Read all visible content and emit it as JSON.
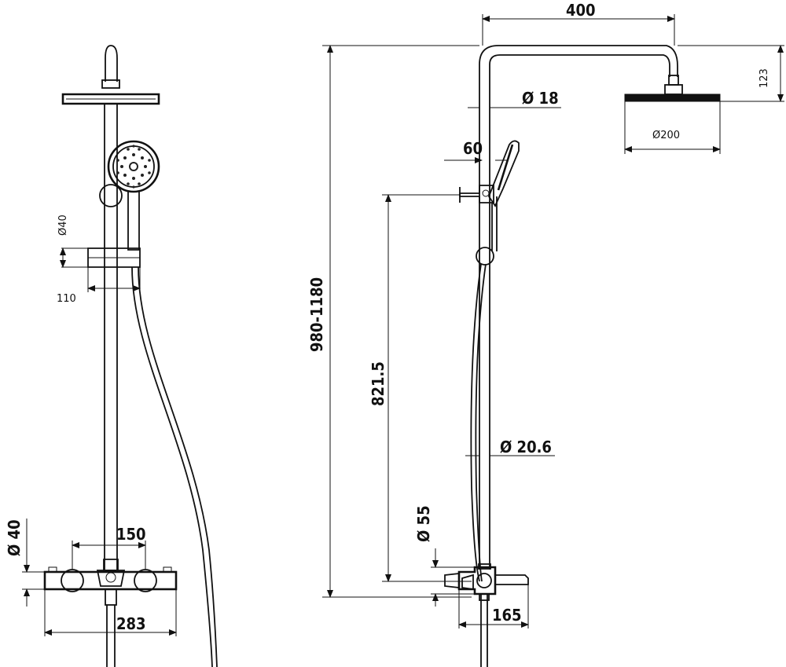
{
  "front_view": {
    "dim_head_dia": "Ø40",
    "dim_bracket_width": "110",
    "dim_valve_centers": "150",
    "dim_valve_width": "283",
    "dim_valve_dia": "Ø 40"
  },
  "side_view": {
    "dim_arm_length": "400",
    "dim_head_drop": "123",
    "dim_pipe_top_dia": "Ø 18",
    "dim_head_dia": "Ø200",
    "dim_holder_offset": "60",
    "dim_total_height": "980-1180",
    "dim_holder_height": "821.5",
    "dim_pipe_dia": "Ø 20.6",
    "dim_valve_body_dia": "Ø 55",
    "dim_valve_depth": "165"
  }
}
